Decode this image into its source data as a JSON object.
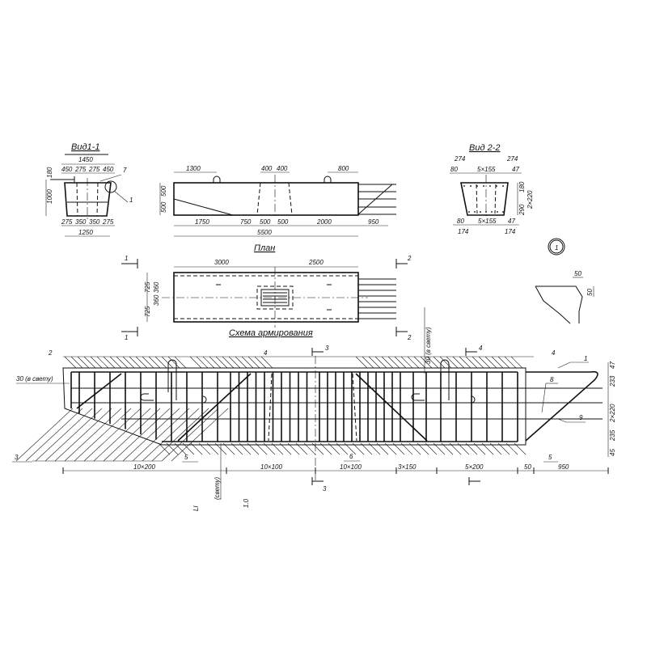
{
  "view11": {
    "title": "Вид1-1",
    "top_total": "1450",
    "top_parts": [
      "450",
      "275",
      "275",
      "450"
    ],
    "left_small": "180",
    "height": "1000",
    "bottom_parts": [
      "275",
      "350",
      "350",
      "275"
    ],
    "bottom_total": "1250",
    "callout_7": "7",
    "callout_1": "1"
  },
  "elevation": {
    "top_dims": [
      "1300",
      "400",
      "400",
      "800"
    ],
    "left_dims": [
      "500",
      "500"
    ],
    "bottom_dims": [
      "1750",
      "750",
      "500",
      "500",
      "2000",
      "950"
    ],
    "total": "5500"
  },
  "view22": {
    "title": "Вид 2-2",
    "top_labels": [
      "274",
      "274",
      "80",
      "5×155",
      "47"
    ],
    "bottom_labels": [
      "80",
      "5×155",
      "47",
      "174",
      "174"
    ],
    "right_labels": [
      "180",
      "2×220",
      "290"
    ]
  },
  "detail": {
    "marker": "1",
    "dim_h": "50",
    "dim_v": "50"
  },
  "plan": {
    "title": "План",
    "dims": [
      "3000",
      "2500"
    ],
    "left_dims": [
      "725",
      "725",
      "360",
      "360"
    ],
    "section_marks": [
      "1",
      "1",
      "2",
      "2"
    ]
  },
  "scheme": {
    "title": "Схема армирования",
    "positions": [
      "2",
      "4",
      "3",
      "4",
      "4",
      "1",
      "8",
      "9",
      "3",
      "5",
      "6",
      "5"
    ],
    "clear_left": "30 (в свету)",
    "clear_top": "30 (в свету)",
    "clear_bottom": "(свету)",
    "bottom_dims": [
      "10×200",
      "10×100",
      "10×100",
      "3×150",
      "5×200",
      "50",
      "950"
    ],
    "right_dims": [
      "47",
      "233",
      "2×220",
      "235",
      "45"
    ],
    "section_marks": [
      "3",
      "3"
    ],
    "misc": [
      "1.0",
      "Ll"
    ]
  }
}
